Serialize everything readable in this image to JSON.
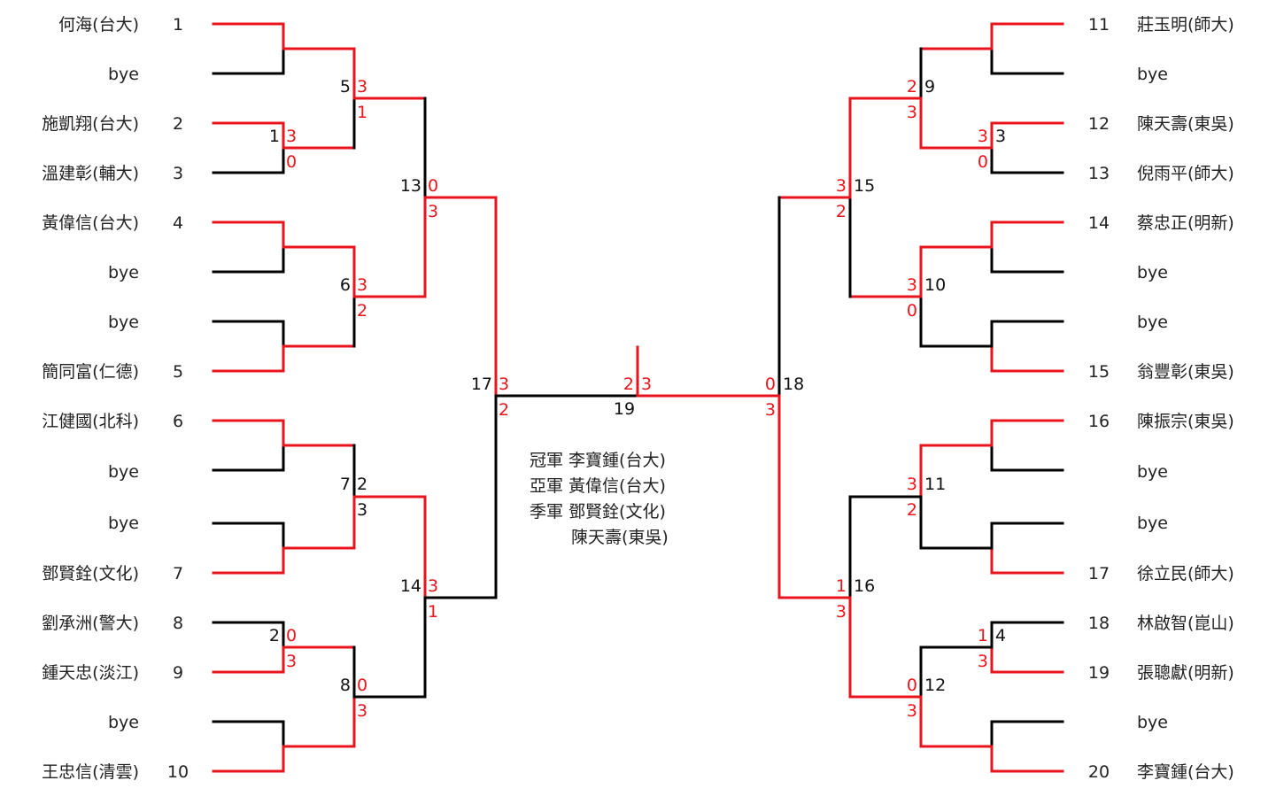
{
  "left_players": [
    {
      "name": "何海(台大)",
      "seed": "1"
    },
    {
      "name": "bye",
      "seed": ""
    },
    {
      "name": "施凱翔(台大)",
      "seed": "2"
    },
    {
      "name": "溫建彰(輔大)",
      "seed": "3"
    },
    {
      "name": "黃偉信(台大)",
      "seed": "4"
    },
    {
      "name": "bye",
      "seed": ""
    },
    {
      "name": "bye",
      "seed": ""
    },
    {
      "name": "簡同富(仁德)",
      "seed": "5"
    },
    {
      "name": "江健國(北科)",
      "seed": "6"
    },
    {
      "name": "bye",
      "seed": ""
    },
    {
      "name": "bye",
      "seed": ""
    },
    {
      "name": "鄧賢銓(文化)",
      "seed": "7"
    },
    {
      "name": "劉承洲(警大)",
      "seed": "8"
    },
    {
      "name": "鍾天忠(淡江)",
      "seed": "9"
    },
    {
      "name": "bye",
      "seed": ""
    },
    {
      "name": "王忠信(清雲)",
      "seed": "10"
    }
  ],
  "right_players": [
    {
      "name": "莊玉明(師大)",
      "seed": "11"
    },
    {
      "name": "bye",
      "seed": ""
    },
    {
      "name": "陳天壽(東吳)",
      "seed": "12"
    },
    {
      "name": "倪雨平(師大)",
      "seed": "13"
    },
    {
      "name": "蔡忠正(明新)",
      "seed": "14"
    },
    {
      "name": "bye",
      "seed": ""
    },
    {
      "name": "bye",
      "seed": ""
    },
    {
      "name": "翁豐彰(東吳)",
      "seed": "15"
    },
    {
      "name": "陳振宗(東吳)",
      "seed": "16"
    },
    {
      "name": "bye",
      "seed": ""
    },
    {
      "name": "bye",
      "seed": ""
    },
    {
      "name": "徐立民(師大)",
      "seed": "17"
    },
    {
      "name": "林啟智(崑山)",
      "seed": "18"
    },
    {
      "name": "張聰獻(明新)",
      "seed": "19"
    },
    {
      "name": "bye",
      "seed": ""
    },
    {
      "name": "李寶鍾(台大)",
      "seed": "20"
    }
  ],
  "matches": {
    "m1": {
      "num": "1",
      "top": "3",
      "bottom": "0"
    },
    "m2": {
      "num": "2",
      "top": "0",
      "bottom": "3"
    },
    "m3": {
      "num": "3",
      "top": "3",
      "bottom": "0"
    },
    "m4": {
      "num": "4",
      "top": "1",
      "bottom": "3"
    },
    "m5": {
      "num": "5",
      "top": "3",
      "bottom": "1"
    },
    "m6": {
      "num": "6",
      "top": "3",
      "bottom": "2"
    },
    "m7": {
      "num": "7",
      "top": "2",
      "bottom": "3"
    },
    "m8": {
      "num": "8",
      "top": "0",
      "bottom": "3"
    },
    "m9": {
      "num": "9",
      "top": "2",
      "bottom": "3"
    },
    "m10": {
      "num": "10",
      "top": "3",
      "bottom": "0"
    },
    "m11": {
      "num": "11",
      "top": "3",
      "bottom": "2"
    },
    "m12": {
      "num": "12",
      "top": "0",
      "bottom": "3"
    },
    "m13": {
      "num": "13",
      "top": "0",
      "bottom": "3"
    },
    "m14": {
      "num": "14",
      "top": "3",
      "bottom": "1"
    },
    "m15": {
      "num": "15",
      "top": "3",
      "bottom": "2"
    },
    "m16": {
      "num": "16",
      "top": "1",
      "bottom": "3"
    },
    "m17": {
      "num": "17",
      "top": "3",
      "bottom": "2"
    },
    "m18": {
      "num": "18",
      "top": "0",
      "bottom": "3"
    },
    "m19": {
      "num": "19",
      "left": "2",
      "right": "3"
    }
  },
  "results": {
    "champion": "冠軍 李寶鍾(台大)",
    "runner_up": "亞軍 黃偉信(台大)",
    "third": "季軍 鄧賢銓(文化)",
    "third_2": "陳天壽(東吳)"
  },
  "colors": {
    "winner_line": "#e8141c",
    "loser_line": "#000000",
    "score": "#e8141c"
  }
}
